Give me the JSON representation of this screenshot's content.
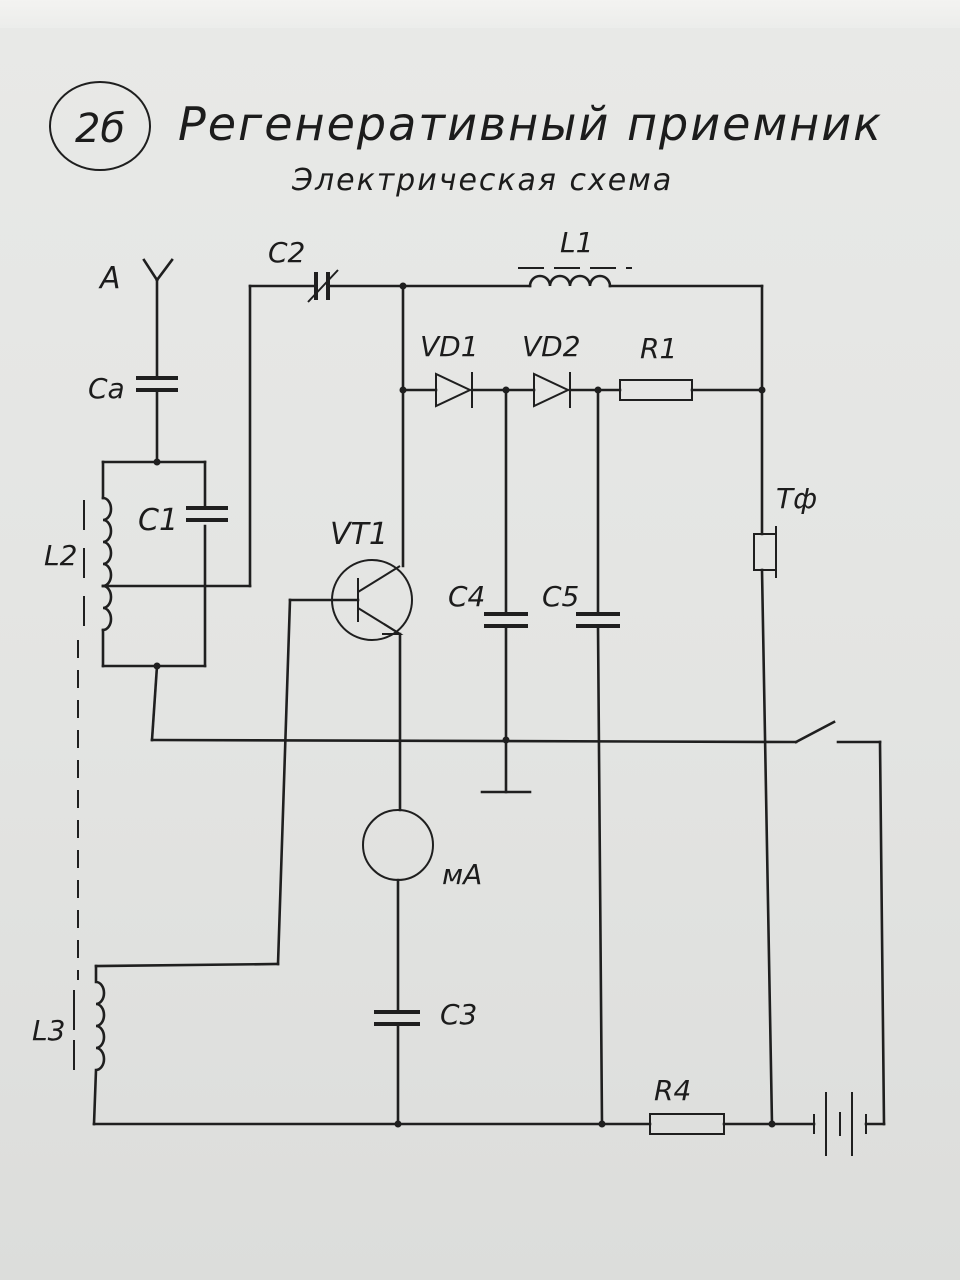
{
  "sheet": {
    "number": "2б",
    "title": "Регенеративный приемник",
    "subtitle": "Электрическая схема"
  },
  "labels": {
    "antenna": "A",
    "ca": "Ca",
    "c1": "C1",
    "c2": "C2",
    "c3": "C3",
    "c4": "C4",
    "c5": "C5",
    "l1": "L1",
    "l2": "L2",
    "l3": "L3",
    "vd1": "VD1",
    "vd2": "VD2",
    "r1": "R1",
    "r4": "R4",
    "vt1": "VT1",
    "phone": "Tф",
    "meter": "мА"
  }
}
